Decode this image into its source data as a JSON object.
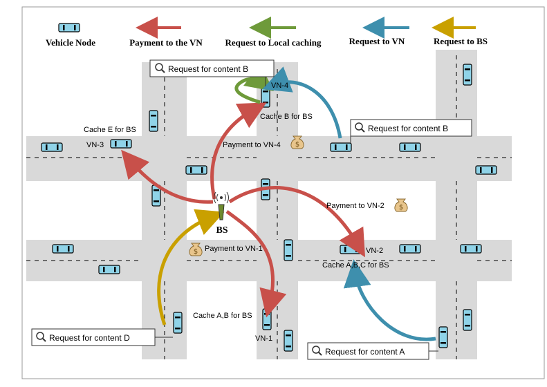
{
  "legend": {
    "vehicle_node": "Vehicle Node",
    "payment": "Payment to the VN",
    "local_caching": "Request to Local caching",
    "request_vn": "Request to  VN",
    "request_bs": "Request to  BS"
  },
  "colors": {
    "payment": "#C8504A",
    "local_caching": "#6E9A3A",
    "request_vn": "#3E8FAD",
    "request_bs": "#C9A000",
    "road": "#D9D9D9",
    "car_body": "#8FD3E8"
  },
  "requests": {
    "content_b_top": "Request for content B",
    "content_b_right": "Request for content B",
    "content_d": "Request for content D",
    "content_a": "Request for content A"
  },
  "labels": {
    "vn4": "VN-4",
    "cache_b": "Cache B for BS",
    "cache_e": "Cache E for BS",
    "vn3": "VN-3",
    "payment_vn4": "Payment to VN-4",
    "payment_vn2": "Payment to VN-2",
    "payment_vn1": "Payment to VN-1",
    "bs": "BS",
    "vn2": "VN-2",
    "cache_abc": "Cache A,B,C for BS",
    "cache_ab": "Cache A,B for BS",
    "vn1": "VN-1"
  },
  "icons": {
    "search": "search-icon",
    "money": "money-bag-icon",
    "antenna": "base-station-icon",
    "car": "car-icon"
  }
}
